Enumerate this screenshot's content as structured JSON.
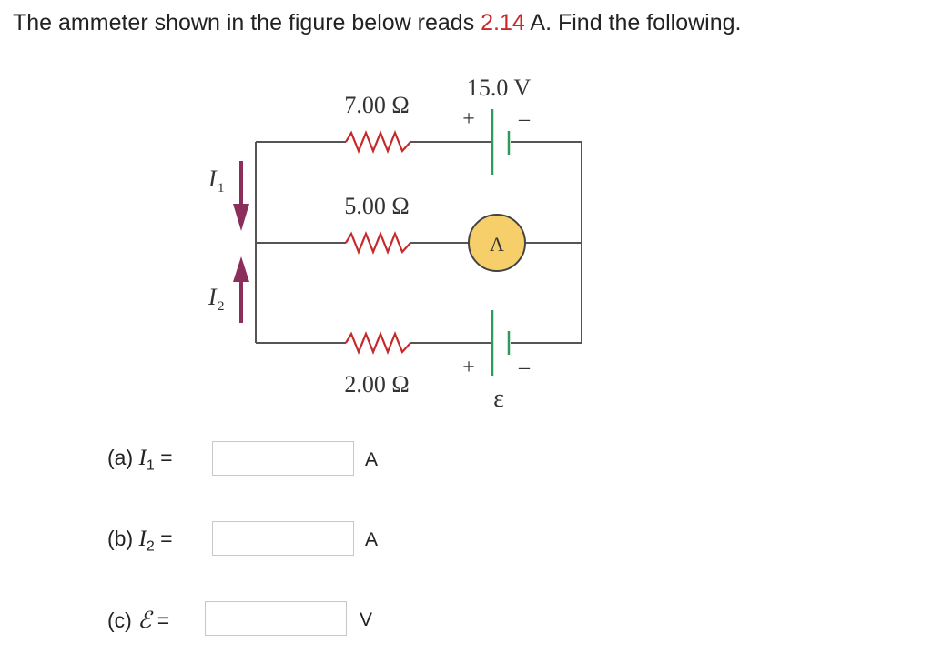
{
  "question": {
    "prefix": "The ammeter shown in the figure below reads ",
    "reading": "2.14",
    "suffix": " A. Find the following."
  },
  "figure": {
    "r_top": "7.00 Ω",
    "r_mid": "5.00 Ω",
    "r_bot": "2.00 Ω",
    "battery_voltage": "15.0 V",
    "ammeter": "A",
    "emf": "ε",
    "plus": "+",
    "minus": "–",
    "i1_letter": "I",
    "i1_sub": "1",
    "i2_letter": "I",
    "i2_sub": "2",
    "colors": {
      "arrow": "#8c2e5c",
      "battery": "#2e9a5e",
      "ammeter_fill": "#f7cf6a",
      "wire": "#555555"
    }
  },
  "answers": [
    {
      "part": "(a)",
      "symbol": "I",
      "sub": "1",
      "eq": "=",
      "value": "",
      "unit": "A"
    },
    {
      "part": "(b)",
      "symbol": "I",
      "sub": "2",
      "eq": "=",
      "value": "",
      "unit": "A"
    },
    {
      "part": "(c)",
      "symbol": "ℰ",
      "sub": "",
      "eq": "=",
      "value": "",
      "unit": "V"
    }
  ]
}
